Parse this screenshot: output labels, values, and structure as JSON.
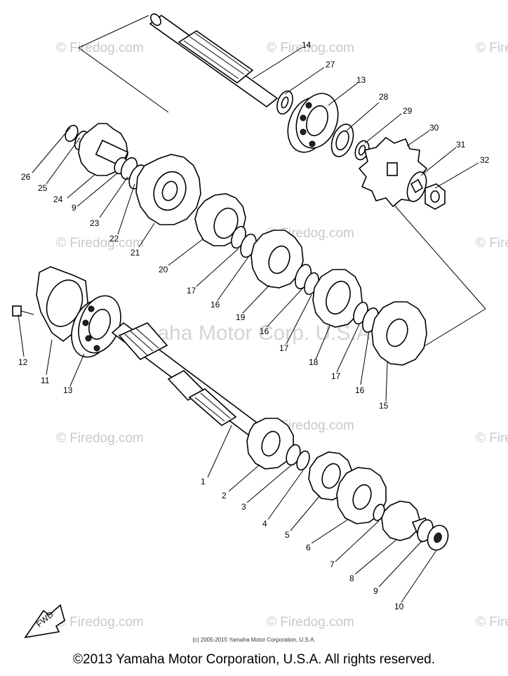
{
  "watermark": {
    "text": "© Firedog.com",
    "center_text": "Yamaha Motor Corp. U.S.A."
  },
  "fwd_label": "FWD",
  "credit": "(c) 2005-2015 Yamaha Motor Corporation, U.S.A.",
  "copyright": "©2013 Yamaha Motor Corporation, U.S.A. All rights reserved.",
  "callouts": [
    "14",
    "27",
    "13",
    "28",
    "29",
    "30",
    "31",
    "32",
    "26",
    "25",
    "24",
    "9",
    "23",
    "22",
    "21",
    "20",
    "17",
    "16",
    "19",
    "16",
    "17",
    "18",
    "17",
    "16",
    "15",
    "12",
    "11",
    "13",
    "1",
    "2",
    "3",
    "4",
    "5",
    "6",
    "7",
    "8",
    "9",
    "10"
  ]
}
